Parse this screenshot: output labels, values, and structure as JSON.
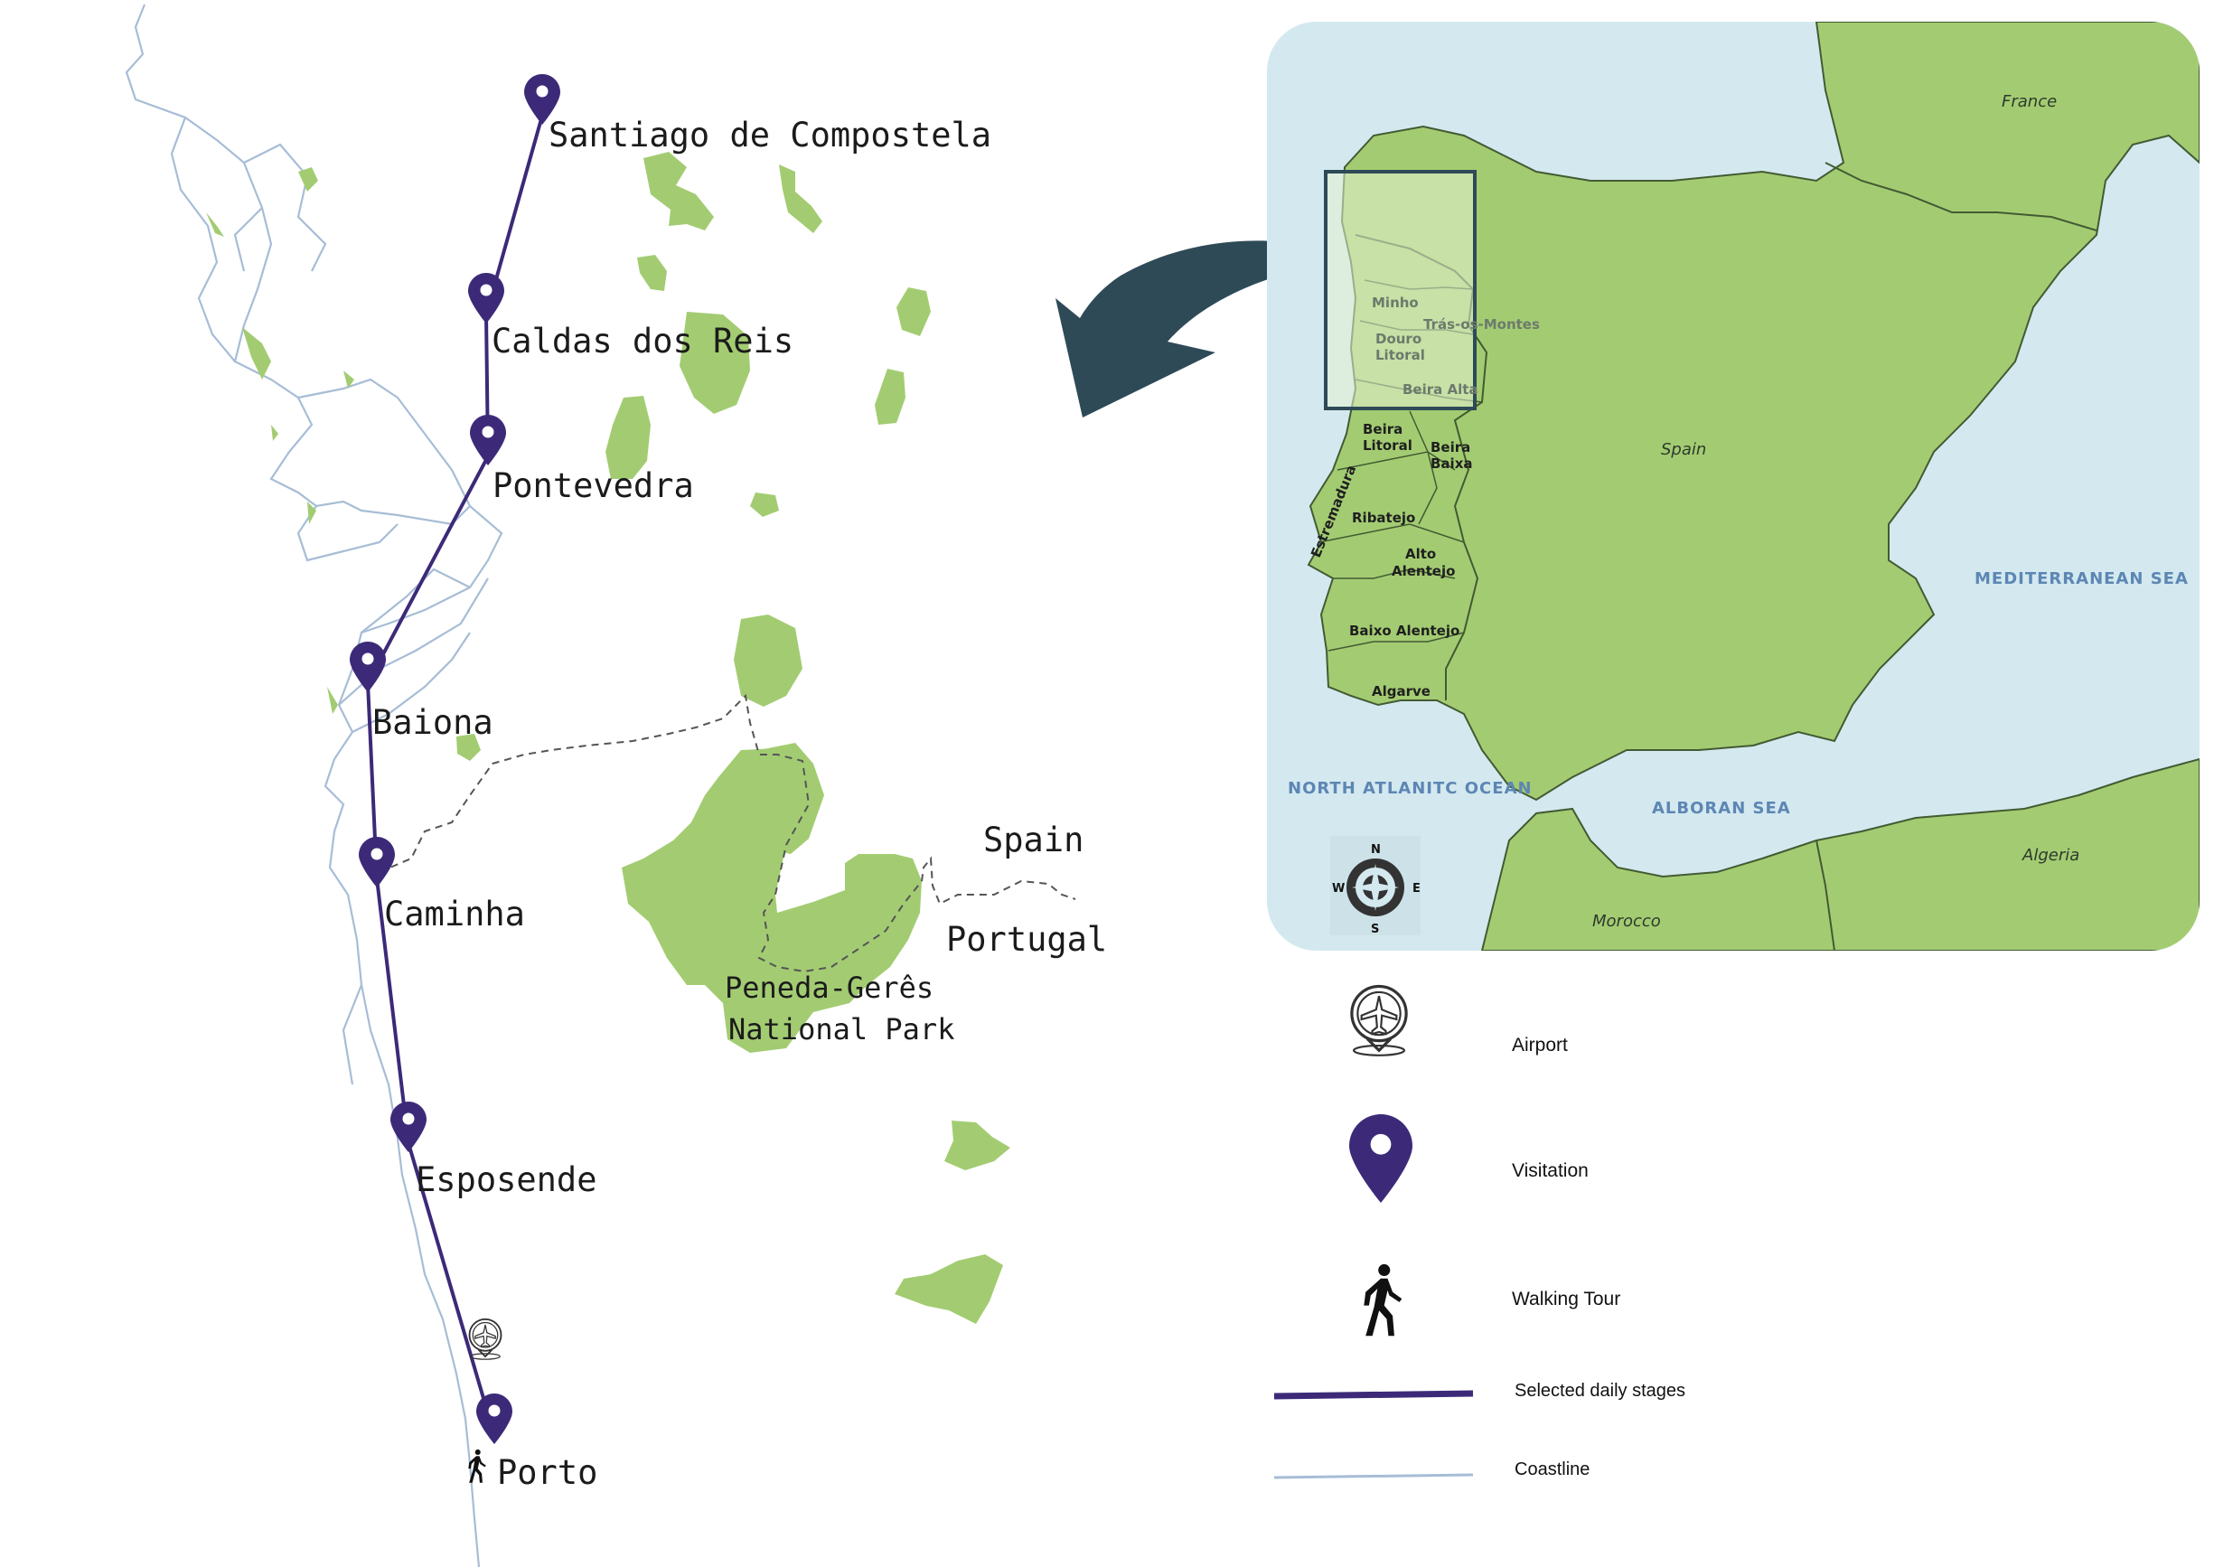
{
  "route_map": {
    "stages": [
      {
        "name": "Santiago de Compostela"
      },
      {
        "name": "Caldas dos Reis"
      },
      {
        "name": "Pontevedra"
      },
      {
        "name": "Baiona"
      },
      {
        "name": "Caminha"
      },
      {
        "name": "Esposende"
      },
      {
        "name": "Porto"
      }
    ],
    "border_labels": {
      "north": "Spain",
      "south": "Portugal"
    },
    "park": {
      "line1": "Peneda-Gerês",
      "line2": "National Park"
    }
  },
  "inset_map": {
    "countries": {
      "france": "France",
      "spain": "Spain",
      "morocco": "Morocco",
      "algeria": "Algeria"
    },
    "seas": {
      "mediterranean": "MEDITERRANEAN SEA",
      "atlantic": "NORTH ATLANITC OCEAN",
      "alboran": "ALBORAN SEA"
    },
    "regions": {
      "minho": "Minho",
      "tras_os_montes": "Trás-os-Montes",
      "douro": "Douro",
      "litoral": "Litoral",
      "beira_alta": "Beira Alta",
      "beira": "Beira",
      "litoral2": "Litoral",
      "beira_baixa_1": "Beira",
      "beira_baixa_2": "Baixa",
      "estremadura": "Estremadura",
      "ribatejo": "Ribatejo",
      "alto": "Alto",
      "alentejo": "Alentejo",
      "baixo_alentejo": "Baixo Alentejo",
      "algarve": "Algarve"
    },
    "compass": {
      "n": "N",
      "s": "S",
      "e": "E",
      "w": "W"
    }
  },
  "legend": {
    "airport": "Airport",
    "visitation": "Visitation",
    "walking_tour": "Walking Tour",
    "daily_stages": "Selected daily stages",
    "coastline": "Coastline"
  },
  "colors": {
    "route": "#3c2a78",
    "land": "#a3cc72",
    "sea": "#d3e9ef",
    "coast": "#a7bdd6",
    "arrow": "#2e4a57"
  }
}
